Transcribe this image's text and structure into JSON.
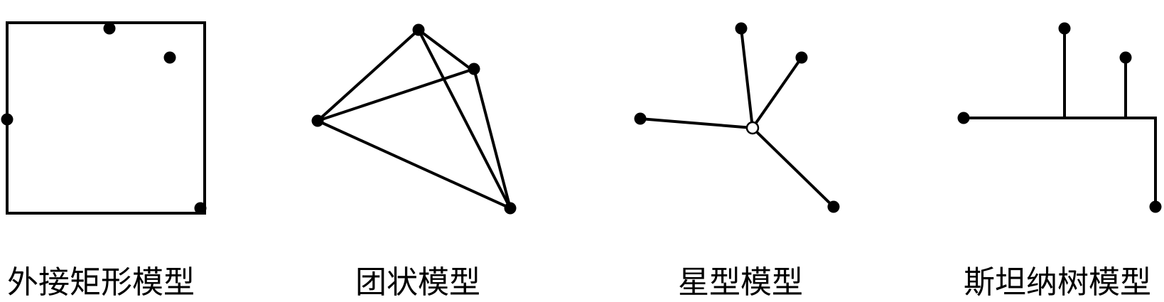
{
  "captions": {
    "bounding_rectangle": "外接矩形模型",
    "clique": "团状模型",
    "star": "星型模型",
    "steiner_tree": "斯坦纳树模型"
  }
}
